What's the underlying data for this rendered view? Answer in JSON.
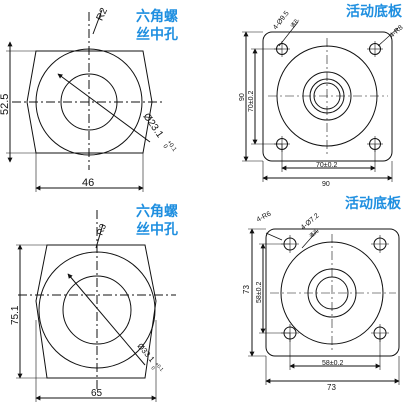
{
  "labels": {
    "hex_nut_line1": "六角螺",
    "hex_nut_line2": "丝中孔",
    "plate": "活动底板",
    "hex_nut_line1_b": "六角螺",
    "hex_nut_line2_b": "丝中孔",
    "plate_b": "活动底板"
  },
  "top_left": {
    "radius": "R2",
    "height": "52.5",
    "width": "46",
    "bore": "Ø23.1",
    "bore_tol_upper": "+0.1",
    "bore_tol_lower": "0"
  },
  "top_right": {
    "hole_callout": "4-Ø9.5",
    "hole_callout_extra": "通孔",
    "corner_callout": "4-R8",
    "outer_height": "90",
    "inner_height": "70±0.2",
    "inner_width": "70±0.2",
    "outer_width": "90"
  },
  "bottom_left": {
    "radius": "R3",
    "height": "75.1",
    "width": "65",
    "bore": "Ø33.1",
    "bore_tol_upper": "+0.1",
    "bore_tol_lower": "0"
  },
  "bottom_right": {
    "corner_callout": "4-R6",
    "hole_callout": "4-Ø7.2",
    "hole_callout_extra": "通孔",
    "outer_height": "73",
    "inner_height": "58±0.2",
    "inner_width": "58±0.2",
    "outer_width": "73"
  },
  "colors": {
    "label": "#1f8fe0",
    "line": "#111111"
  }
}
